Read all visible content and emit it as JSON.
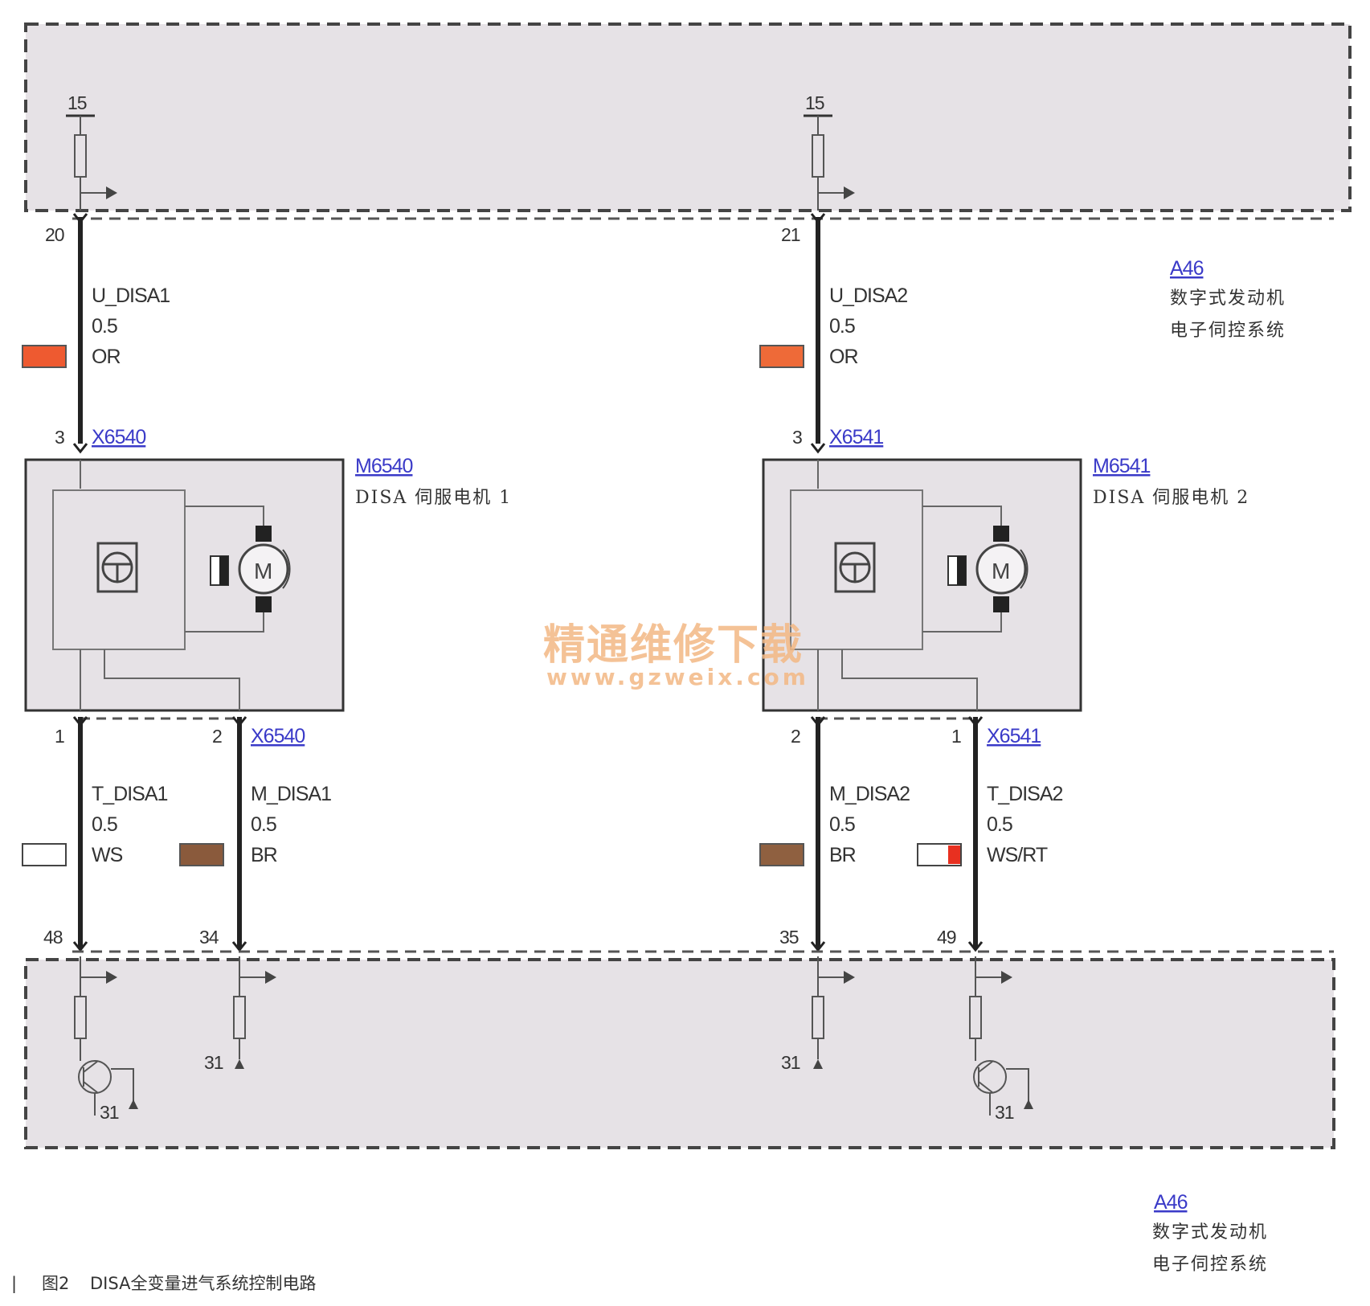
{
  "module_top": {
    "id": "A46",
    "name_line1": "数字式发动机",
    "name_line2": "电子伺控系统"
  },
  "module_bottom": {
    "id": "A46",
    "name_line1": "数字式发动机",
    "name_line2": "电子伺控系统"
  },
  "terminal_15": "15",
  "ground_31": "31",
  "motor1": {
    "id": "M6540",
    "name": "DISA 伺服电机 1",
    "motor_symbol": "M",
    "connector": "X6540",
    "wire_u": {
      "ecu_pin": "20",
      "conn_pin": "3",
      "signal": "U_DISA1",
      "size": "0.5",
      "color": "OR",
      "swatch": "#ee5a30"
    },
    "wire_t": {
      "ecu_pin": "48",
      "conn_pin": "1",
      "signal": "T_DISA1",
      "size": "0.5",
      "color": "WS",
      "swatch": "#ffffff"
    },
    "wire_m": {
      "ecu_pin": "34",
      "conn_pin": "2",
      "signal": "M_DISA1",
      "size": "0.5",
      "color": "BR",
      "swatch": "#8a5a3c"
    }
  },
  "motor2": {
    "id": "M6541",
    "name": "DISA 伺服电机 2",
    "motor_symbol": "M",
    "connector": "X6541",
    "wire_u": {
      "ecu_pin": "21",
      "conn_pin": "3",
      "signal": "U_DISA2",
      "size": "0.5",
      "color": "OR",
      "swatch": "#ee6a38"
    },
    "wire_m": {
      "ecu_pin": "35",
      "conn_pin": "2",
      "signal": "M_DISA2",
      "size": "0.5",
      "color": "BR",
      "swatch": "#8f6040"
    },
    "wire_t": {
      "ecu_pin": "49",
      "conn_pin": "1",
      "signal": "T_DISA2",
      "size": "0.5",
      "color": "WS/RT",
      "swatch": "#ffffff",
      "swatch2": "#e83020"
    }
  },
  "watermark": {
    "line1": "精通维修下载",
    "line2": "www.gzweix.com"
  },
  "caption": {
    "marker": "|",
    "label": "图2",
    "text": "DISA全变量进气系统控制电路"
  }
}
